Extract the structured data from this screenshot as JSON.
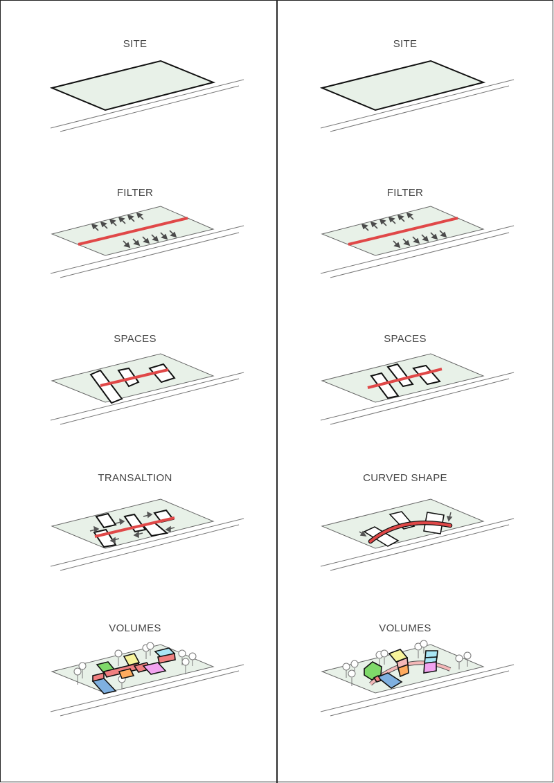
{
  "diagram": {
    "colors": {
      "site_fill": "#e8f1e8",
      "site_stroke": "#222222",
      "road_stroke": "#777777",
      "axis_red": "#e04848",
      "arrow": "#4a4a4a",
      "block_stroke": "#111111",
      "vol_green": "#7fd96a",
      "vol_blue": "#7fb0e0",
      "vol_red": "#f08080",
      "vol_orange": "#ffab5e",
      "vol_yellow": "#f7f39a",
      "vol_pink": "#f2a3f0",
      "vol_cyan": "#a9e6f5"
    },
    "left_column": {
      "steps": [
        {
          "title": "SITE"
        },
        {
          "title": "FILTER"
        },
        {
          "title": "SPACES"
        },
        {
          "title": "TRANSALTION"
        },
        {
          "title": "VOLUMES"
        }
      ]
    },
    "right_column": {
      "steps": [
        {
          "title": "SITE"
        },
        {
          "title": "FILTER"
        },
        {
          "title": "SPACES"
        },
        {
          "title": "CURVED SHAPE"
        },
        {
          "title": "VOLUMES"
        }
      ]
    }
  }
}
